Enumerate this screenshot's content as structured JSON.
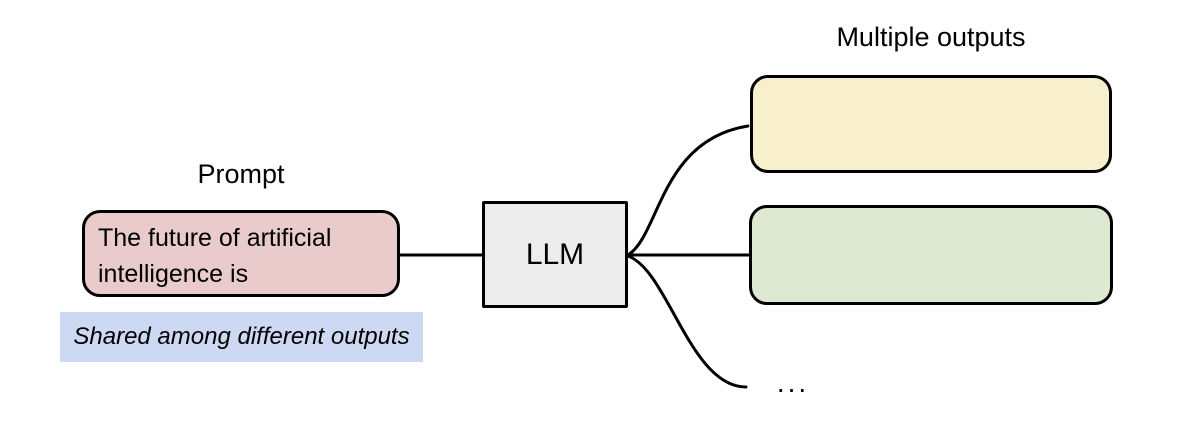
{
  "labels": {
    "prompt": "Prompt",
    "multiple_outputs": "Multiple outputs"
  },
  "prompt": {
    "text": "The future of artificial intelligence is",
    "note": "Shared among different outputs"
  },
  "llm": {
    "label": "LLM"
  },
  "outputs": {
    "ellipsis": "..."
  },
  "colors": {
    "prompt_box_fill": "#e8cbca",
    "llm_box_fill": "#ececec",
    "output_box_1_fill": "#f8f0cd",
    "output_box_2_fill": "#dee9d4",
    "note_background": "#cdd8f3",
    "connector_stroke": "#000000"
  }
}
